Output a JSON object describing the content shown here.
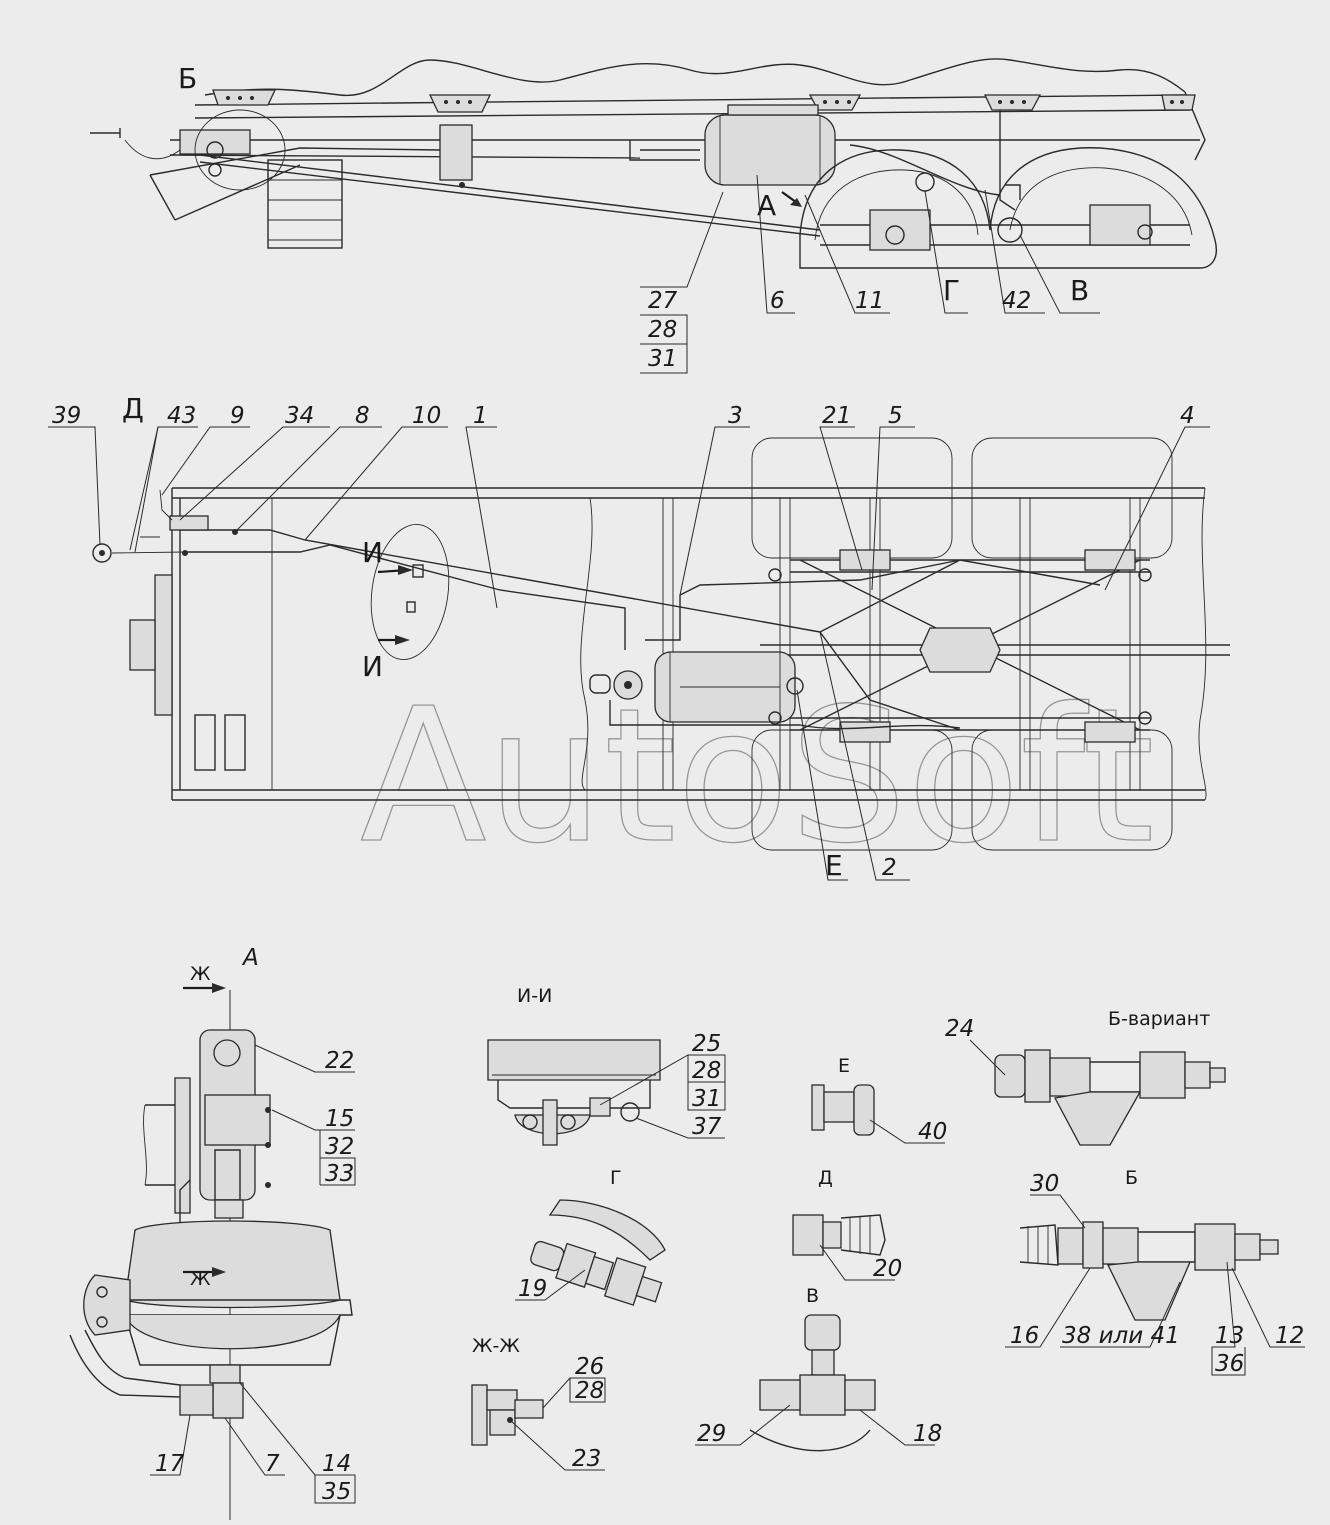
{
  "watermark": "AutoSoft",
  "top_view": {
    "callout_letters": {
      "b": "Б",
      "a": "А",
      "g": "Г",
      "v": "В"
    },
    "labels": {
      "l27": "27",
      "l28": "28",
      "l31": "31",
      "l6": "6",
      "l11": "11",
      "l42": "42"
    }
  },
  "plan_view": {
    "callout_letters": {
      "d": "Д",
      "i_top": "И",
      "i_bot": "И",
      "e": "Е"
    },
    "labels": {
      "l39": "39",
      "l43": "43",
      "l9": "9",
      "l34": "34",
      "l8": "8",
      "l10": "10",
      "l1": "1",
      "l3": "3",
      "l21": "21",
      "l5": "5",
      "l4": "4",
      "l2": "2"
    }
  },
  "detail_a": {
    "title": "А",
    "section_mark_top": "Ж",
    "section_mark_mid": "Ж",
    "labels": {
      "l22": "22",
      "l15": "15",
      "l32": "32",
      "l33": "33",
      "l17": "17",
      "l7": "7",
      "l14": "14",
      "l35": "35"
    }
  },
  "section_ii": {
    "title": "И-И",
    "labels": {
      "l25": "25",
      "l28": "28",
      "l31": "31",
      "l37": "37"
    }
  },
  "view_g": {
    "title": "Г",
    "labels": {
      "l19": "19"
    }
  },
  "section_zz": {
    "title": "Ж-Ж",
    "labels": {
      "l26": "26",
      "l28": "28",
      "l23": "23"
    }
  },
  "view_e": {
    "title": "Е",
    "labels": {
      "l40": "40"
    }
  },
  "view_d": {
    "title": "Д",
    "labels": {
      "l20": "20"
    }
  },
  "view_v": {
    "title": "В",
    "labels": {
      "l29": "29",
      "l18": "18"
    }
  },
  "view_b_variant": {
    "title": "Б-вариант",
    "labels": {
      "l24": "24"
    }
  },
  "view_b": {
    "title": "Б",
    "labels": {
      "l30": "30",
      "l16": "16",
      "l38": "38 или 41",
      "l13": "13",
      "l36": "36",
      "l12": "12"
    }
  }
}
